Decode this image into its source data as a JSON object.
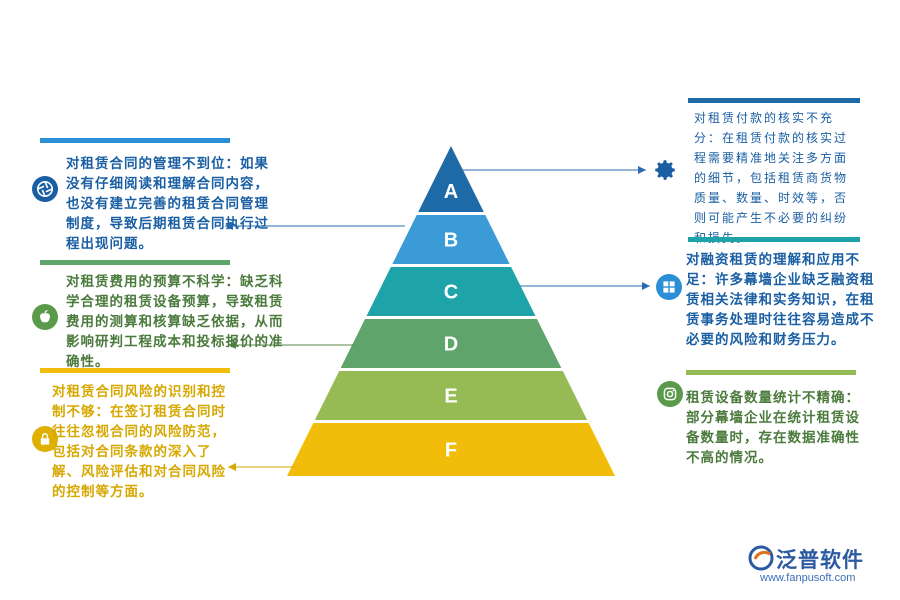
{
  "pyramid": {
    "tiers": [
      {
        "label": "A",
        "color": "#1e6aa6"
      },
      {
        "label": "B",
        "color": "#3a9bd6"
      },
      {
        "label": "C",
        "color": "#1ea4a8"
      },
      {
        "label": "D",
        "color": "#5fa46a"
      },
      {
        "label": "E",
        "color": "#96bb55"
      },
      {
        "label": "F",
        "color": "#f2bd0a"
      }
    ]
  },
  "notes": {
    "left1": {
      "text": "对租赁合同的管理不到位：如果没有仔细阅读和理解合同内容，也没有建立完善的租赁合同管理制度，导致后期租赁合同执行过程出现问题。",
      "color": "#1a5fa3",
      "icon": "camera-shutter-icon"
    },
    "left2": {
      "text": "对租赁费用的预算不科学：缺乏科学合理的租赁设备预算，导致租赁费用的测算和核算缺乏依据，从而影响研判工程成本和投标报价的准确性。",
      "color": "#4a7a3c",
      "icon": "apple-icon"
    },
    "left3": {
      "text": "对租赁合同风险的识别和控制不够：在签订租赁合同时往往忽视合同的风险防范，包括对合同条款的深入了解、风险评估和对合同风险的控制等方面。",
      "color": "#d6a800",
      "icon": "lock-icon"
    },
    "right1": {
      "text": "对租赁付款的核实不充分：在租赁付款的核实过程需要精准地关注多方面的细节，包括租赁商货物质量、数量、时效等，否则可能产生不必要的纠纷和损失。",
      "color": "#1a5fa3",
      "icon": "gear-icon"
    },
    "right2": {
      "text": "对融资租赁的理解和应用不足：许多幕墙企业缺乏融资租赁相关法律和实务知识，在租赁事务处理时往往容易造成不必要的风险和财务压力。",
      "color": "#1a5fa3",
      "icon": "windows-icon"
    },
    "right3": {
      "text": "租赁设备数量统计不精确：部分幕墙企业在统计租赁设备数量时，存在数据准确性不高的情况。",
      "color": "#4a7a3c",
      "icon": "instagram-icon"
    }
  },
  "logo": {
    "name": "泛普软件",
    "url": "www.fanpusoft.com",
    "color": "#2c5aa0"
  }
}
